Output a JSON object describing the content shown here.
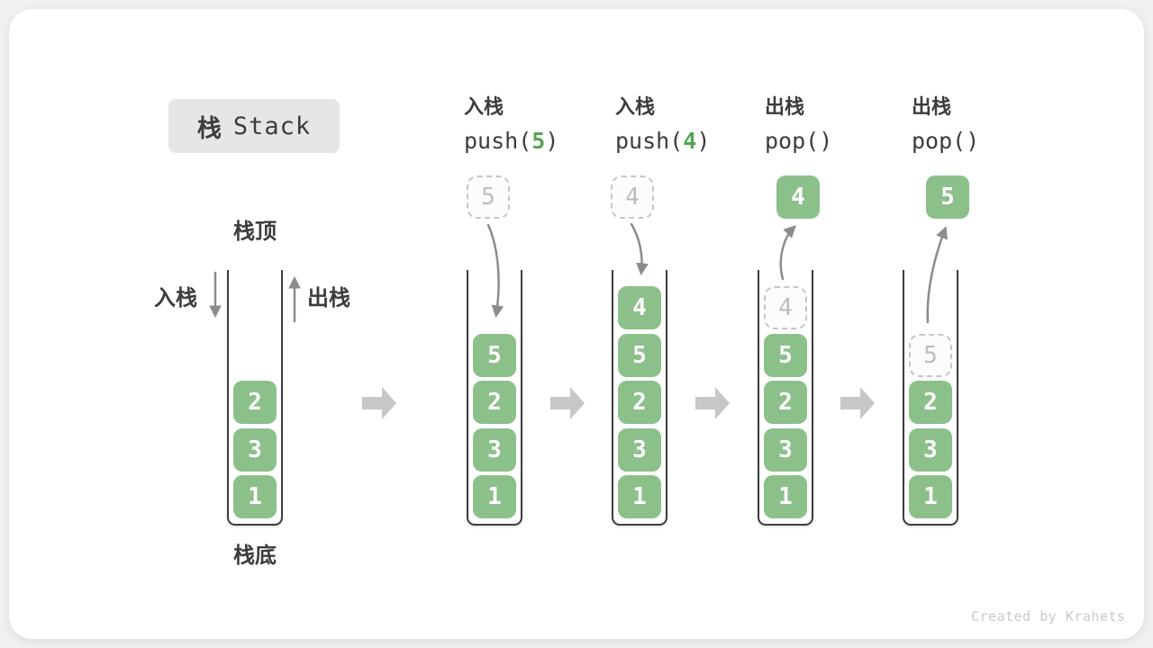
{
  "title": {
    "cjk": "栈",
    "en": "Stack"
  },
  "legend": {
    "stack_top": "栈顶",
    "stack_bottom": "栈底",
    "push_label": "入栈",
    "pop_label": "出栈"
  },
  "operations": [
    {
      "name": "入栈",
      "code_prefix": "push(",
      "code_arg": "5",
      "code_suffix": ")"
    },
    {
      "name": "入栈",
      "code_prefix": "push(",
      "code_arg": "4",
      "code_suffix": ")"
    },
    {
      "name": "出栈",
      "code_prefix": "pop(",
      "code_arg": "",
      "code_suffix": ")"
    },
    {
      "name": "出栈",
      "code_prefix": "pop(",
      "code_arg": "",
      "code_suffix": ")"
    }
  ],
  "stacks": [
    {
      "id": "initial",
      "floating": null,
      "cells": [
        {
          "v": "2"
        },
        {
          "v": "3"
        },
        {
          "v": "1"
        }
      ]
    },
    {
      "id": "push-5",
      "floating": {
        "v": "5",
        "variant": "dashed"
      },
      "cells": [
        {
          "v": "5"
        },
        {
          "v": "2"
        },
        {
          "v": "3"
        },
        {
          "v": "1"
        }
      ]
    },
    {
      "id": "push-4",
      "floating": {
        "v": "4",
        "variant": "dashed"
      },
      "cells": [
        {
          "v": "4"
        },
        {
          "v": "5"
        },
        {
          "v": "2"
        },
        {
          "v": "3"
        },
        {
          "v": "1"
        }
      ]
    },
    {
      "id": "pop-4",
      "floating": {
        "v": "4",
        "variant": "solid"
      },
      "cells": [
        {
          "v": "4",
          "variant": "dashed"
        },
        {
          "v": "5"
        },
        {
          "v": "2"
        },
        {
          "v": "3"
        },
        {
          "v": "1"
        }
      ]
    },
    {
      "id": "pop-5",
      "floating": {
        "v": "5",
        "variant": "solid"
      },
      "cells": [
        {
          "v": "5",
          "variant": "dashed"
        },
        {
          "v": "2"
        },
        {
          "v": "3"
        },
        {
          "v": "1"
        }
      ]
    }
  ],
  "watermark": "Created by Krahets",
  "colors": {
    "page_bg": "#F1F1F3",
    "card_bg": "#FFFFFF",
    "title_bg": "#E6E6E7",
    "text_dark": "#3C3C3C",
    "cell_green": "#8CC08A",
    "arg_green": "#55A455",
    "arrow_gray": "#8C8C8C",
    "block_arrow": "#C7C7C7",
    "dashed_border": "#C6C6C6",
    "dashed_text": "#BDBDBD",
    "dashed_bg": "#FCFCFC",
    "container_stroke": "#3D3D3D",
    "watermark": "#C9C9C9"
  }
}
